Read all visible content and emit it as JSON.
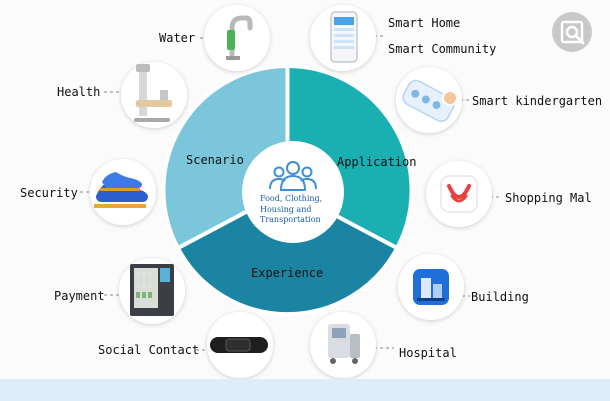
{
  "labels": {
    "water": "Water",
    "smart_home": "Smart Home",
    "smart_community": "Smart Community",
    "health": "Health",
    "smart_kindergarten": "Smart kindergarten",
    "security": "Security",
    "shopping_mall": "Shopping Mal",
    "payment": "Payment",
    "building": "Building",
    "social_contact": "Social Contact",
    "hospital": "Hospital"
  },
  "segments": {
    "scenario": "Scenario",
    "application": "Application",
    "experience": "Experience"
  },
  "center": {
    "line1": "Food, Clothing,",
    "line2": "Housing and",
    "line3": "Transportation"
  },
  "colors": {
    "scenario": "#7cc6dc",
    "application": "#1aafb0",
    "experience": "#1b84a2",
    "center_icon": "#3d8fd6"
  },
  "icons": {
    "water": "faucet-icon",
    "smart_home": "smartphone-icon",
    "health": "scale-icon",
    "smart_kindergarten": "kindergarten-card-icon",
    "security": "sneaker-icon",
    "shopping_mall": "shopping-app-icon",
    "payment": "vending-machine-icon",
    "building": "building-app-icon",
    "social_contact": "wristband-icon",
    "hospital": "medical-equipment-icon",
    "center": "group-people-icon",
    "zoom": "zoom-icon"
  }
}
